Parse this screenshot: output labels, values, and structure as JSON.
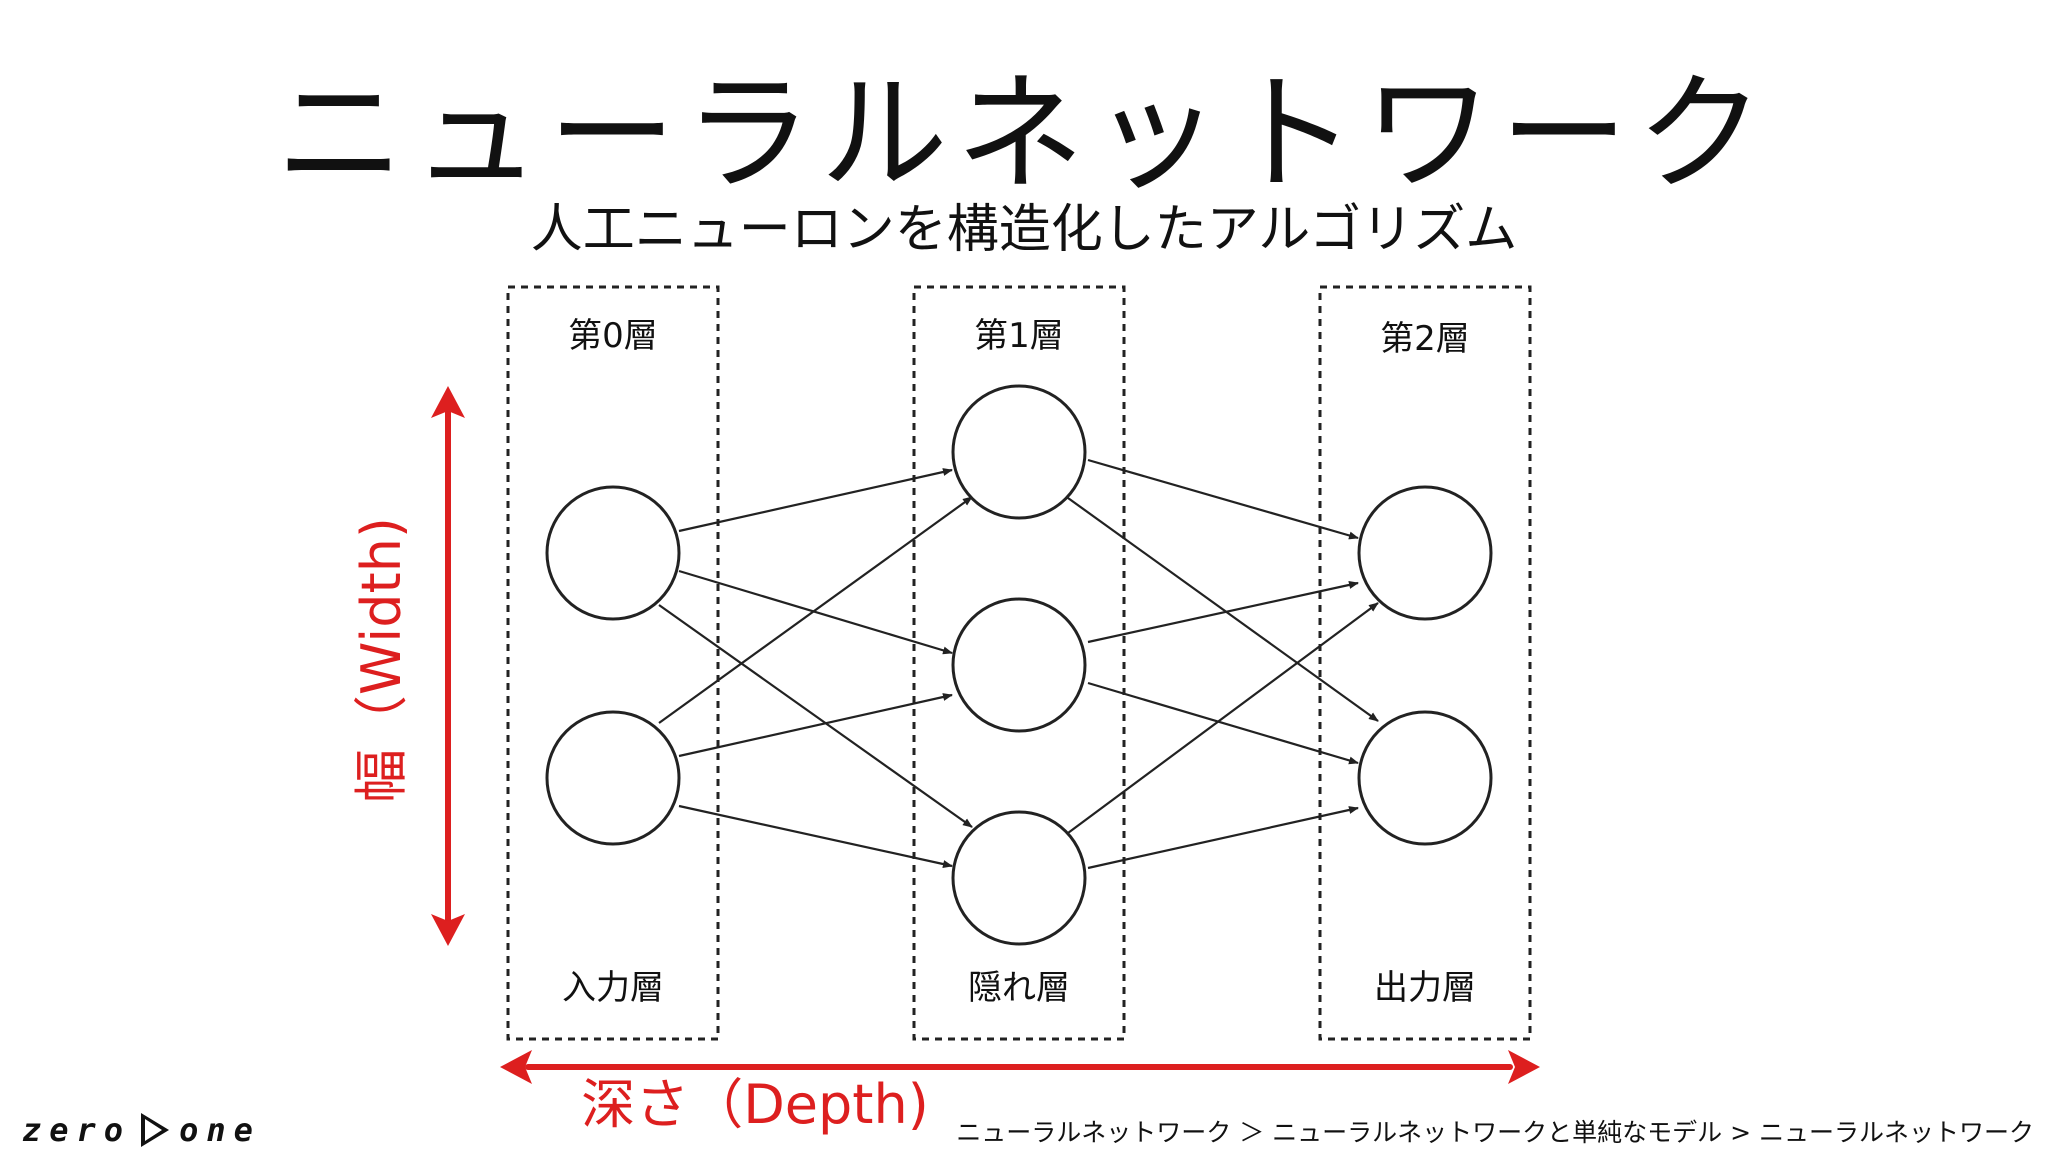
{
  "slide": {
    "title": "ニューラルネットワーク",
    "subtitle": "人工ニューロンを構造化したアルゴリズム"
  },
  "diagram": {
    "layers": [
      {
        "index_label": "第0層",
        "role_label": "入力層",
        "node_count": 2
      },
      {
        "index_label": "第1層",
        "role_label": "隠れ層",
        "node_count": 3
      },
      {
        "index_label": "第2層",
        "role_label": "出力層",
        "node_count": 2
      }
    ],
    "width_axis_label": "幅（Width)",
    "depth_axis_label": "深さ（Depth)",
    "colors": {
      "accent": "#dd1f1f",
      "ink": "#222222"
    }
  },
  "footer": {
    "logo_left": "zero",
    "logo_right": "one",
    "breadcrumb": "ニューラルネットワーク ＞ ニューラルネットワークと単純なモデル > ニューラルネットワーク"
  }
}
